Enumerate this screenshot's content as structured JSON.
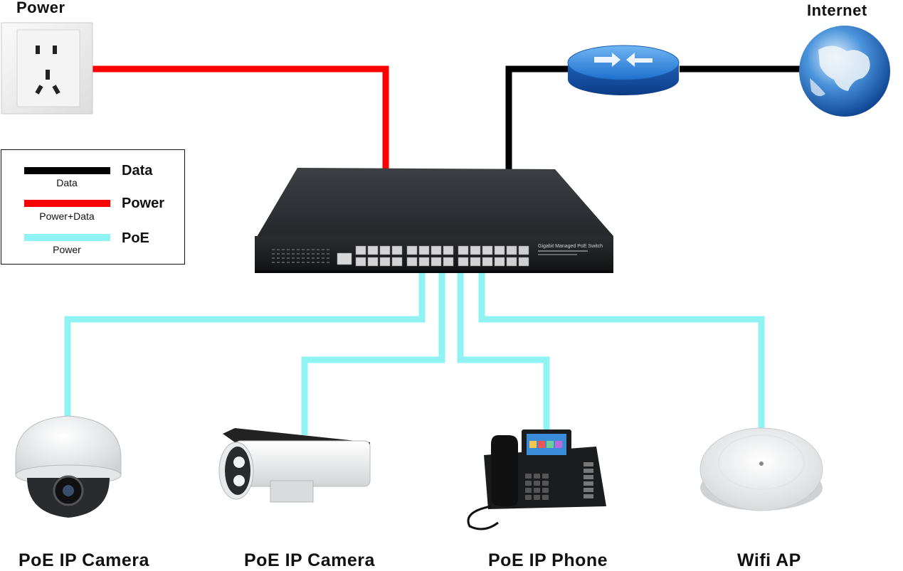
{
  "labels": {
    "power": "Power",
    "internet": "Internet",
    "camera_dome": "PoE IP Camera",
    "camera_bullet": "PoE IP Camera",
    "phone": "PoE IP Phone",
    "wifi_ap": "Wifi AP"
  },
  "legend": {
    "items": [
      {
        "name": "Data",
        "sub": "Data",
        "color": "#000000"
      },
      {
        "name": "Power",
        "sub": "Power+Data",
        "color": "#ff0000"
      },
      {
        "name": "PoE",
        "sub": "Power",
        "color": "#8ff3f3"
      }
    ]
  },
  "switch": {
    "label": "Gigabit Managed PoE Switch",
    "ports": 24,
    "sfp_ports": 4
  },
  "colors": {
    "data": "#000000",
    "power": "#ff0000",
    "poe": "#8ff3f3"
  }
}
